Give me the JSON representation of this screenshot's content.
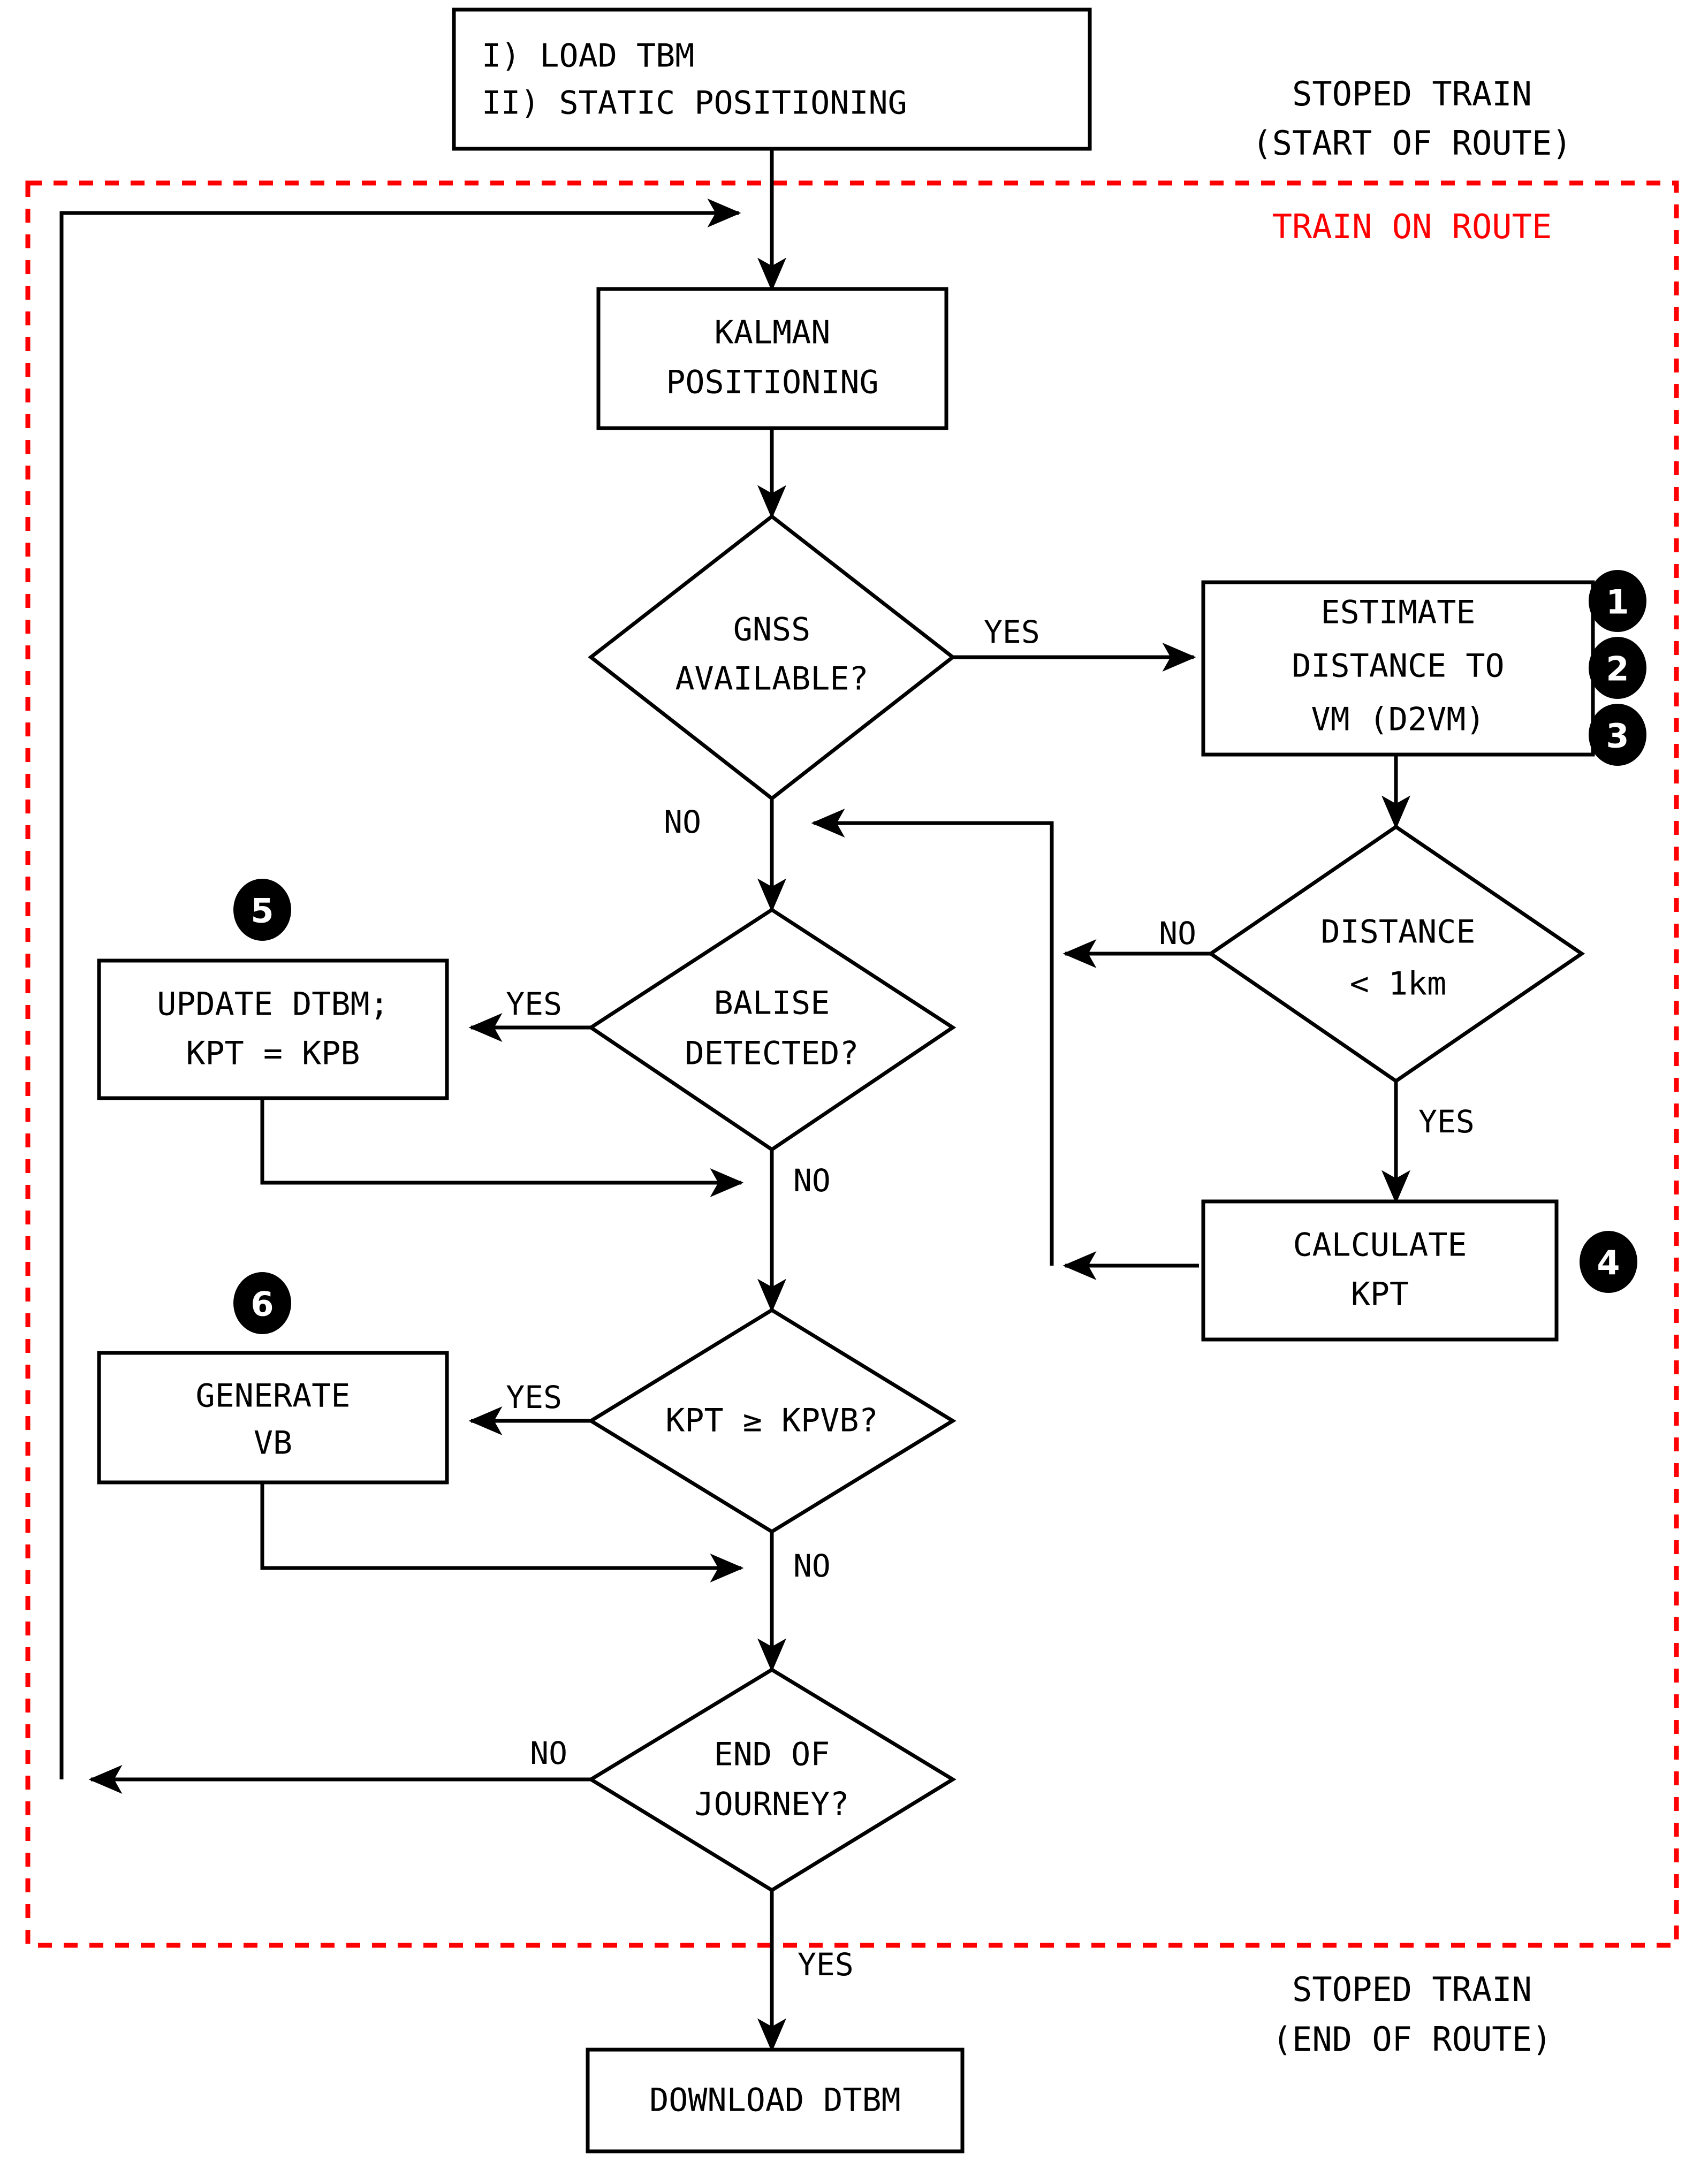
{
  "diagram": {
    "title_nodes": {
      "load_tbm": {
        "line1": "I)  LOAD TBM",
        "line2": "II) STATIC POSITIONING"
      },
      "kalman": {
        "line1": "KALMAN",
        "line2": "POSITIONING"
      },
      "estimate": {
        "line1": "ESTIMATE",
        "line2": "DISTANCE TO",
        "line3": "VM (D2VM)"
      },
      "calculate_kpt": {
        "line1": "CALCULATE",
        "line2": "KPT"
      },
      "update_dtbm": {
        "line1": "UPDATE DTBM;",
        "line2": "KPT = KPB"
      },
      "generate_vb": {
        "line1": "GENERATE",
        "line2": "VB"
      },
      "download": {
        "line1": "DOWNLOAD DTBM"
      }
    },
    "decisions": {
      "gnss": {
        "line1": "GNSS",
        "line2": "AVAILABLE?"
      },
      "distance": {
        "line1": "DISTANCE",
        "line2": "< 1km"
      },
      "balise": {
        "line1": "BALISE",
        "line2": "DETECTED?"
      },
      "kpvb": {
        "line1": "KPT ≥ KPVB?"
      },
      "end_journey": {
        "line1": "END OF",
        "line2": "JOURNEY?"
      }
    },
    "edge_labels": {
      "gnss_yes": "YES",
      "gnss_no": "NO",
      "distance_no": "NO",
      "distance_yes": "YES",
      "balise_yes": "YES",
      "balise_no": "NO",
      "kpvb_yes": "YES",
      "kpvb_no": "NO",
      "end_no": "NO",
      "end_yes": "YES"
    },
    "badges": {
      "b1": "1",
      "b2": "2",
      "b3": "3",
      "b4": "4",
      "b5": "5",
      "b6": "6"
    },
    "zones": {
      "top_line1": "STOPED TRAIN",
      "top_line2": "(START OF ROUTE)",
      "on_route": "TRAIN ON ROUTE",
      "bottom_line1": "STOPED TRAIN",
      "bottom_line2": "(END OF ROUTE)"
    },
    "colors": {
      "zone_border": "#ff0000",
      "zone_label": "#ff0000",
      "stroke": "#000000",
      "fill": "#ffffff"
    }
  }
}
